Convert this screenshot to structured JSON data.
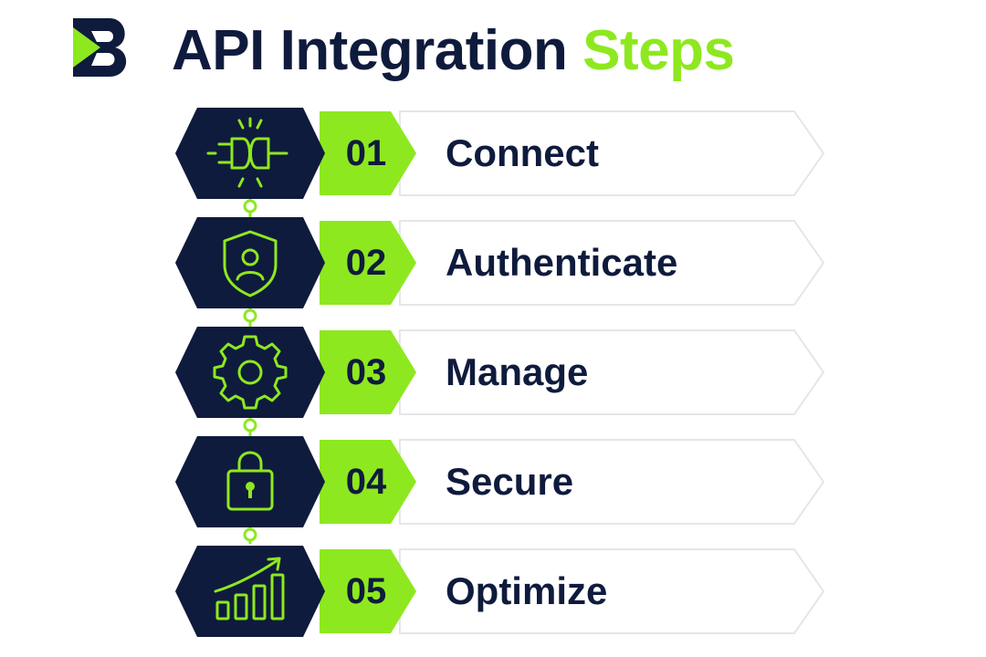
{
  "header": {
    "title_main": "API Integration",
    "title_accent": "Steps",
    "logo_icon": "b-logo-icon"
  },
  "colors": {
    "navy": "#0f1b3d",
    "green": "#8ee81f",
    "card_border": "#e4e6ea",
    "card_fill": "#ffffff"
  },
  "steps": [
    {
      "number": "01",
      "label": "Connect",
      "icon": "plug-connect-icon"
    },
    {
      "number": "02",
      "label": "Authenticate",
      "icon": "shield-user-icon"
    },
    {
      "number": "03",
      "label": "Manage",
      "icon": "gear-icon"
    },
    {
      "number": "04",
      "label": "Secure",
      "icon": "padlock-icon"
    },
    {
      "number": "05",
      "label": "Optimize",
      "icon": "growth-chart-icon"
    }
  ]
}
